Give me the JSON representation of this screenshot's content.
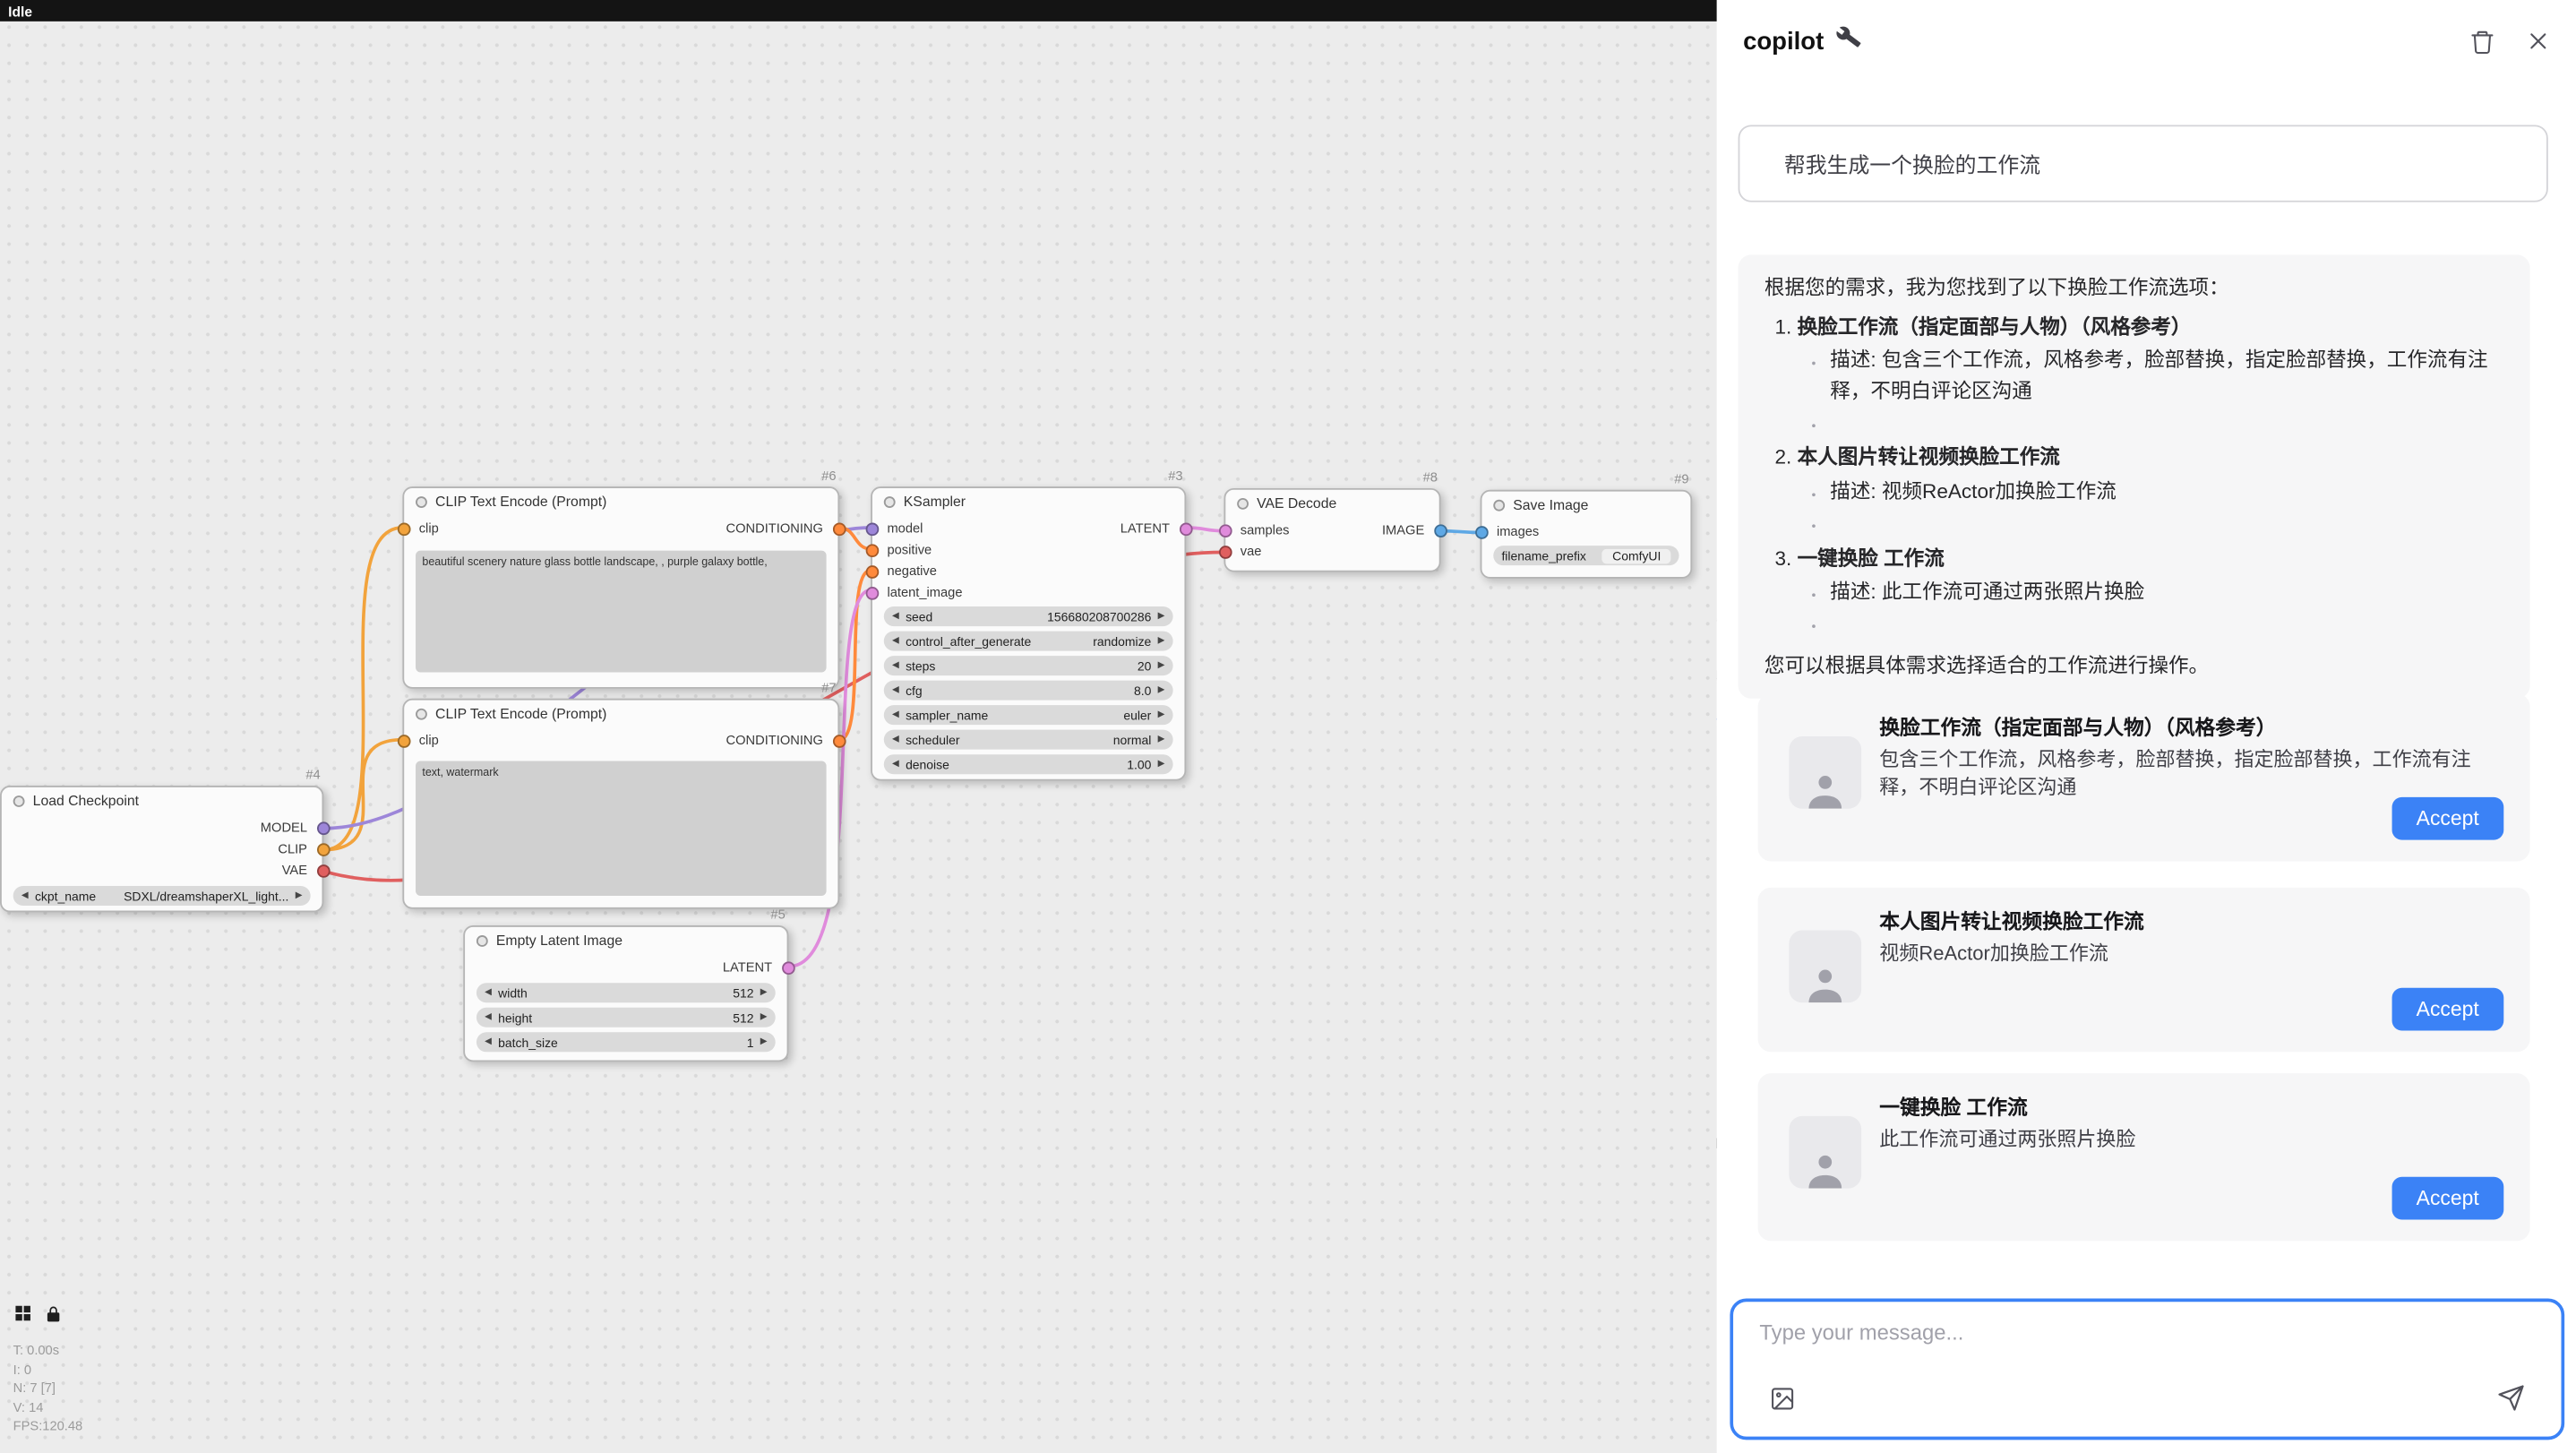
{
  "colors": {
    "accent": "#3b82f6",
    "wire_model": "#9d86d9",
    "wire_clip": "#f2a33c",
    "wire_vae": "#e05f5f",
    "wire_conditioning": "#ff8a3c",
    "wire_latent": "#e08bdc",
    "wire_image": "#5ea8e5"
  },
  "icons": {
    "left_arrow": "◀",
    "right_arrow": "▶"
  },
  "canvas": {
    "status_label": "Idle",
    "stats": {
      "t": "T: 0.00s",
      "i": "I: 0",
      "n": "N: 7 [7]",
      "v": "V: 14",
      "fps": "FPS:120.48"
    },
    "nodes": {
      "load_checkpoint": {
        "id": "#4",
        "title": "Load Checkpoint",
        "outputs": {
          "model": "MODEL",
          "clip": "CLIP",
          "vae": "VAE"
        },
        "widget": {
          "label": "ckpt_name",
          "value": "SDXL/dreamshaperXL_light..."
        }
      },
      "clip_positive": {
        "id": "#6",
        "title": "CLIP Text Encode (Prompt)",
        "input": "clip",
        "output": "CONDITIONING",
        "text": "beautiful scenery nature glass bottle landscape, , purple galaxy bottle,"
      },
      "clip_negative": {
        "id": "#7",
        "title": "CLIP Text Encode (Prompt)",
        "input": "clip",
        "output": "CONDITIONING",
        "text": "text, watermark"
      },
      "ksampler": {
        "id": "#3",
        "title": "KSampler",
        "inputs": {
          "model": "model",
          "positive": "positive",
          "negative": "negative",
          "latent_image": "latent_image"
        },
        "output": "LATENT",
        "widgets": [
          {
            "label": "seed",
            "value": "156680208700286"
          },
          {
            "label": "control_after_generate",
            "value": "randomize"
          },
          {
            "label": "steps",
            "value": "20"
          },
          {
            "label": "cfg",
            "value": "8.0"
          },
          {
            "label": "sampler_name",
            "value": "euler"
          },
          {
            "label": "scheduler",
            "value": "normal"
          },
          {
            "label": "denoise",
            "value": "1.00"
          }
        ]
      },
      "empty_latent": {
        "id": "#5",
        "title": "Empty Latent Image",
        "output": "LATENT",
        "widgets": [
          {
            "label": "width",
            "value": "512"
          },
          {
            "label": "height",
            "value": "512"
          },
          {
            "label": "batch_size",
            "value": "1"
          }
        ]
      },
      "vae_decode": {
        "id": "#8",
        "title": "VAE Decode",
        "inputs": {
          "samples": "samples",
          "vae": "vae"
        },
        "output": "IMAGE"
      },
      "save_image": {
        "id": "#9",
        "title": "Save Image",
        "input": "images",
        "widget": {
          "label": "filename_prefix",
          "value": "ComfyUI"
        }
      }
    }
  },
  "sidebar": {
    "title": "copilot",
    "user_message": "帮我生成一个换脸的工作流",
    "assistant": {
      "intro": "根据您的需求，我为您找到了以下换脸工作流选项：",
      "options": [
        {
          "title": "换脸工作流（指定面部与人物）（风格参考）",
          "description": "描述: 包含三个工作流，风格参考，脸部替换，指定脸部替换，工作流有注释，不明白评论区沟通"
        },
        {
          "title": "本人图片转让视频换脸工作流",
          "description": "描述: 视频ReActor加换脸工作流"
        },
        {
          "title": "一键换脸 工作流",
          "description": "描述: 此工作流可通过两张照片换脸"
        }
      ],
      "outro": "您可以根据具体需求选择适合的工作流进行操作。"
    },
    "cards": [
      {
        "title": "换脸工作流（指定面部与人物）（风格参考）",
        "description": "包含三个工作流，风格参考，脸部替换，指定脸部替换，工作流有注释，不明白评论区沟通"
      },
      {
        "title": "本人图片转让视频换脸工作流",
        "description": "视频ReActor加换脸工作流"
      },
      {
        "title": "一键换脸 工作流",
        "description": "此工作流可通过两张照片换脸"
      }
    ],
    "accept_label": "Accept",
    "input_placeholder": "Type your message..."
  }
}
